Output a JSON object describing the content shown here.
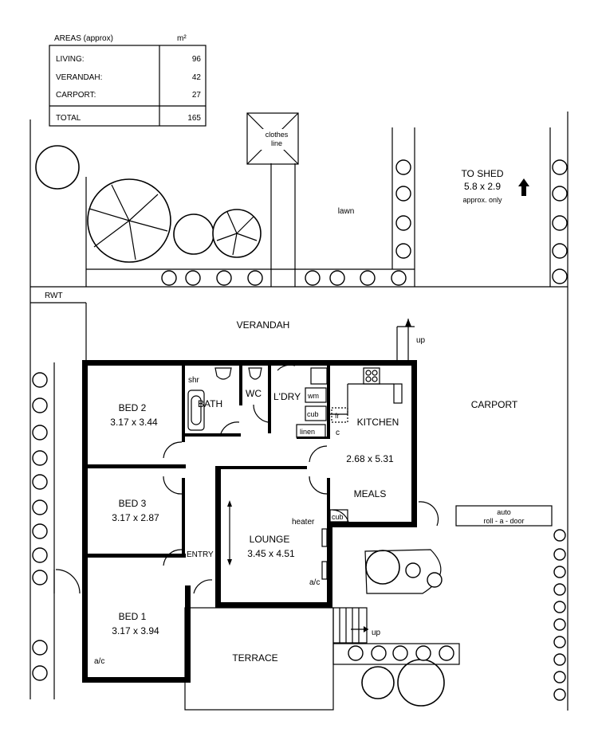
{
  "areas": {
    "header_label": "AREAS (approx)",
    "unit": "m²",
    "rows": [
      {
        "name": "LIVING:",
        "value": "96"
      },
      {
        "name": "VERANDAH:",
        "value": "42"
      },
      {
        "name": "CARPORT:",
        "value": "27"
      }
    ],
    "total": {
      "name": "TOTAL",
      "value": "165"
    }
  },
  "labels": {
    "clothes_line_1": "clothes",
    "clothes_line_2": "line",
    "lawn": "lawn",
    "shed_1": "TO SHED",
    "shed_2": "5.8 x 2.9",
    "shed_3": "approx. only",
    "rwt": "RWT",
    "verandah": "VERANDAH",
    "up_1": "up",
    "up_2": "up",
    "shr": "shr",
    "bath": "BATH",
    "wc": "WC",
    "ldry": "L'DRY",
    "wm": "wm",
    "cub_1": "cub",
    "linen": "linen",
    "c": "c",
    "fr": "fr",
    "kitchen": "KITCHEN",
    "carport": "CARPORT",
    "bed2_name": "BED 2",
    "bed2_dims": "3.17 x 3.44",
    "bed3_name": "BED 3",
    "bed3_dims": "3.17 x 2.87",
    "bed1_name": "BED 1",
    "bed1_dims": "3.17 x 3.94",
    "meals_dims": "2.68 x 5.31",
    "meals": "MEALS",
    "heater": "heater",
    "cub_2": "cub",
    "lounge": "LOUNGE",
    "lounge_dims": "3.45 x 4.51",
    "entry": "ENTRY",
    "ac_1": "a/c",
    "ac_2": "a/c",
    "auto_door_1": "auto",
    "auto_door_2": "roll - a - door",
    "terrace": "TERRACE"
  }
}
